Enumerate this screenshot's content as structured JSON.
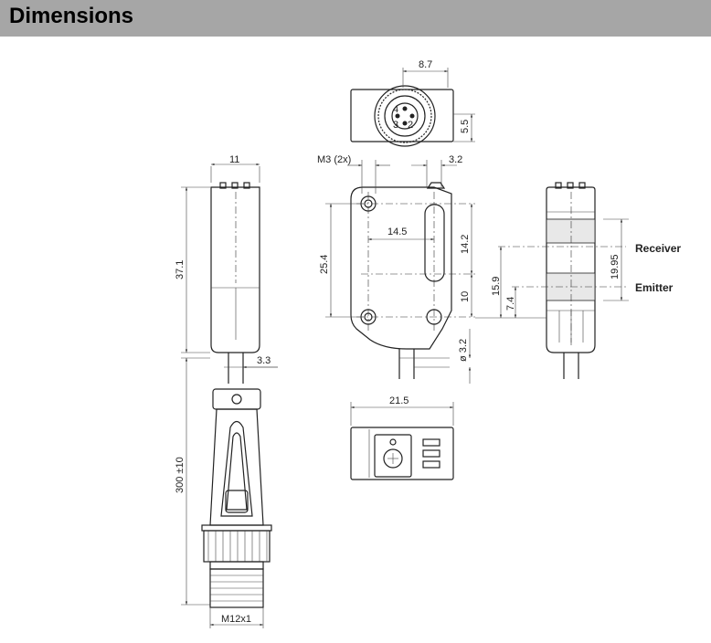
{
  "header": {
    "title": "Dimensions"
  },
  "dimensions": {
    "top_width": "8.7",
    "top_height": "5.5",
    "mount_hole": "M3 (2x)",
    "hole_offset": "3.2",
    "side_width": "11",
    "side_height": "37.1",
    "cable_offset": "3.3",
    "cable_length": "300 ±10",
    "connector_thread": "M12x1",
    "front_hole_spacing": "25.4",
    "front_half_width": "14.5",
    "lens_height_upper": "14.2",
    "lens_height_lower": "10",
    "emitter_height": "15.9",
    "emitter_offset": "7.4",
    "cable_diameter": "ø 3.2",
    "bottom_width": "21.5",
    "optic_spacing": "19.95"
  },
  "labels": {
    "receiver": "Receiver",
    "emitter": "Emitter"
  }
}
